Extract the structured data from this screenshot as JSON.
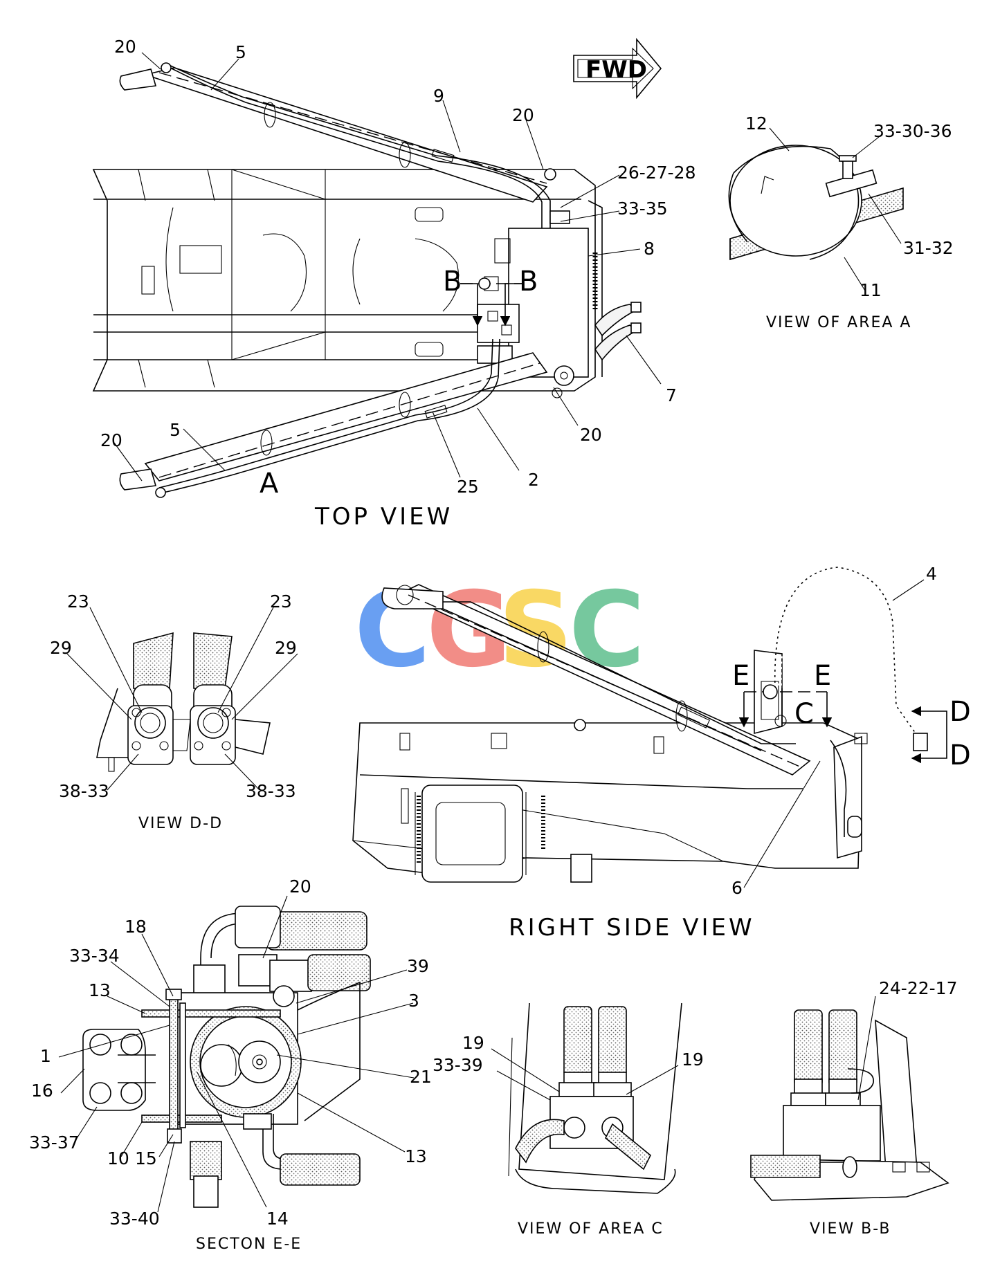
{
  "fwd_label": "FWD",
  "watermark": {
    "text": "CGSC",
    "colors": [
      "#4f8ff0",
      "#f07a73",
      "#f8d24a",
      "#5fbf8e"
    ]
  },
  "views": {
    "top": {
      "title": "TOP VIEW"
    },
    "area_a": {
      "title": "VIEW OF AREA A"
    },
    "right_side": {
      "title": "RIGHT SIDE VIEW"
    },
    "d_d": {
      "title": "VIEW D-D"
    },
    "section_e_e": {
      "title": "SECTON E-E"
    },
    "area_c": {
      "title": "VIEW OF AREA C"
    },
    "b_b": {
      "title": "VIEW B-B"
    }
  },
  "section_letters": {
    "top_a": "A",
    "top_b_left": "B",
    "top_b_right": "B",
    "side_e_left": "E",
    "side_e_right": "E",
    "side_c": "C",
    "side_d_top": "D",
    "side_d_bottom": "D"
  },
  "callouts": {
    "top": [
      "20",
      "5",
      "9",
      "20",
      "26-27-28",
      "33-35",
      "8",
      "7",
      "20",
      "2",
      "25",
      "5",
      "20"
    ],
    "area_a": [
      "12",
      "33-30-36",
      "31-32",
      "11"
    ],
    "side": [
      "4",
      "6"
    ],
    "d_d": [
      "23",
      "23",
      "29",
      "29",
      "38-33",
      "38-33"
    ],
    "e_e": [
      "20",
      "18",
      "33-34",
      "39",
      "13",
      "3",
      "1",
      "21",
      "16",
      "13",
      "33-37",
      "10",
      "15",
      "14",
      "33-40"
    ],
    "area_c": [
      "19",
      "19",
      "33-39"
    ],
    "b_b": [
      "24-22-17"
    ]
  }
}
